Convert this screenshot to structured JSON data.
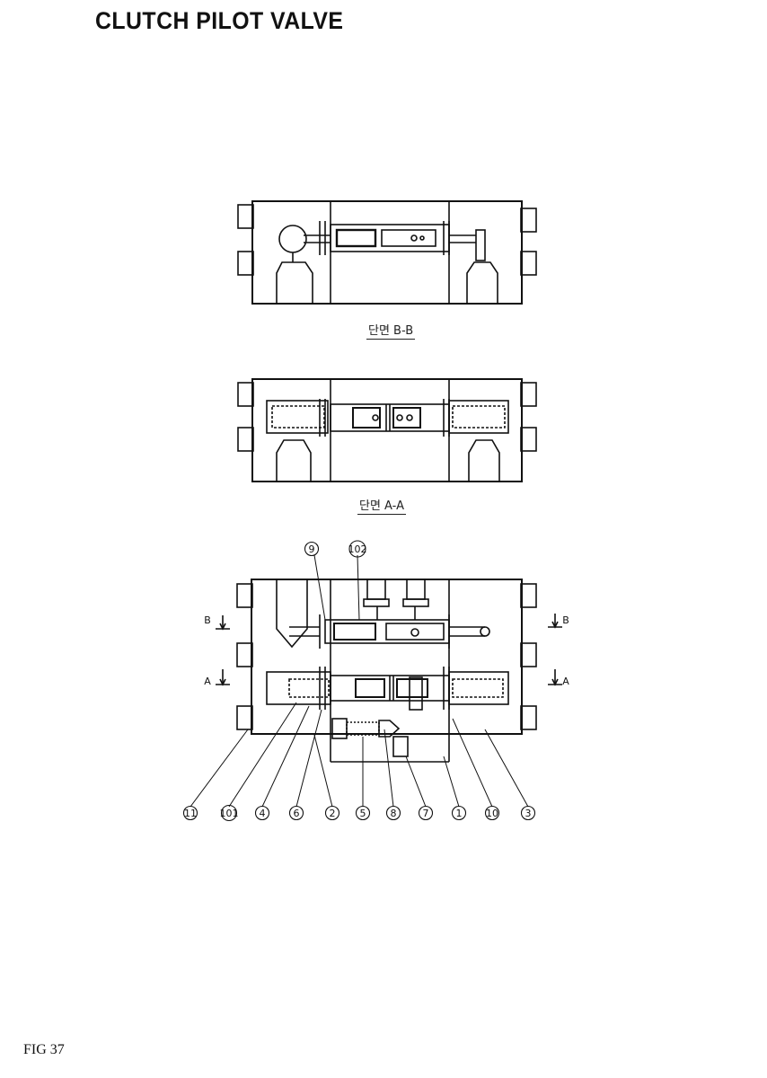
{
  "title": "CLUTCH PILOT VALVE",
  "sections": {
    "bb": "단면 B-B",
    "aa": "단면 A-A"
  },
  "markers": {
    "b_left": "B",
    "a_left": "A",
    "b_right": "B",
    "a_right": "A"
  },
  "callouts": {
    "top": [
      "9",
      "102"
    ],
    "bottom": [
      "11",
      "101",
      "4",
      "6",
      "2",
      "5",
      "8",
      "7",
      "1",
      "10",
      "3"
    ]
  },
  "figure_label": "FIG 37"
}
